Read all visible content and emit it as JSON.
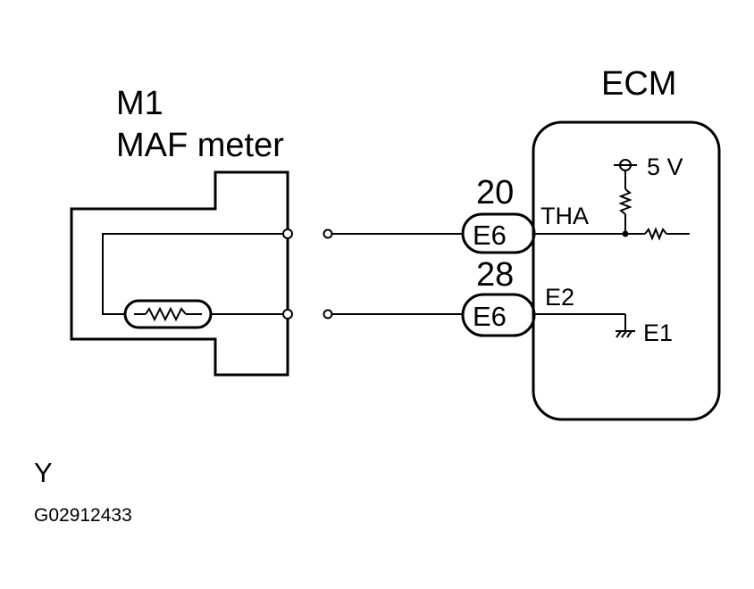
{
  "ecm": {
    "title": "ECM",
    "supply_label": "5 V",
    "thermistor_pin_label": "THA",
    "sensor_ground_label": "E2",
    "ground_label": "E1"
  },
  "sensor": {
    "code": "M1",
    "name": "MAF meter"
  },
  "connectors": [
    {
      "pin": "20",
      "connector": "E6"
    },
    {
      "pin": "28",
      "connector": "E6"
    }
  ],
  "footer": {
    "color_code": "Y",
    "figure_id": "G02912433"
  },
  "colors": {
    "line": "#000000",
    "background": "#ffffff"
  }
}
